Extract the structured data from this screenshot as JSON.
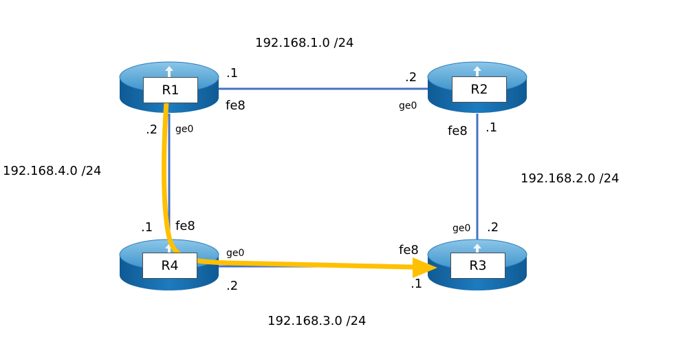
{
  "colors": {
    "link": "#4472c4",
    "router_top": "#6fb2dc",
    "router_body": "#1a6fae",
    "path_arrow": "#ffc000"
  },
  "routers": [
    {
      "id": "r1",
      "label": "R1"
    },
    {
      "id": "r2",
      "label": "R2"
    },
    {
      "id": "r3",
      "label": "R3"
    },
    {
      "id": "r4",
      "label": "R4"
    }
  ],
  "networks": {
    "n1": "192.168.1.0 /24",
    "n2": "192.168.2.0 /24",
    "n3": "192.168.3.0 /24",
    "n4": "192.168.4.0 /24"
  },
  "labels": {
    "r1_n1_addr": ".1",
    "r1_n1_if": "fe8",
    "r2_n1_addr": ".2",
    "r2_n1_if": "ge0",
    "r2_n2_if": "fe8",
    "r2_n2_addr": ".1",
    "r3_n2_if": "ge0",
    "r3_n2_addr": ".2",
    "r3_n3_if": "fe8",
    "r3_n3_addr": ".1",
    "r4_n3_if": "ge0",
    "r4_n3_addr": ".2",
    "r4_n4_addr": ".1",
    "r4_n4_if": "fe8",
    "r1_n4_addr": ".2",
    "r1_n4_if": "ge0"
  },
  "path": {
    "from": "R1",
    "to": "R3",
    "via": "R4"
  }
}
